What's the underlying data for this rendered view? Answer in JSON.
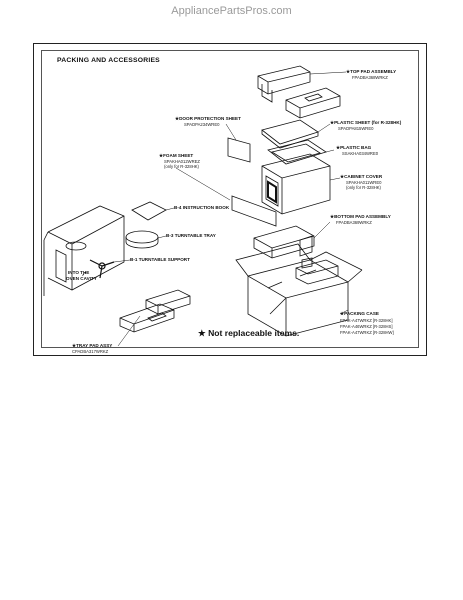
{
  "site": "AppliancePartsPros.com",
  "title": "PACKING AND ACCESSORIES",
  "note": "★ Not replaceable items.",
  "labels": {
    "top_pad": {
      "name": "★TOP PAD ASSEMBLY",
      "part": "FPADBA368WRKZ"
    },
    "door_sheet": {
      "name": "★DOOR PROTECTION SHEET",
      "part": "SPADPA234WRE0"
    },
    "plastic_sheet": {
      "name": "★PLASTIC SHEET (for R-328HK)",
      "part": "SPADPA815WRE0"
    },
    "plastic_bag": {
      "name": "★PLASTIC BAG",
      "part": "SSAKHA034WRE0"
    },
    "foam_sheet": {
      "name": "★FOAM SHEET",
      "part1": "SPAKHA012WREZ",
      "part2": "(only for R-328HK)"
    },
    "cabinet_cover": {
      "name": "★CABINET COVER",
      "part1": "SPAKHA011WRE0",
      "part2": "(only for R-328HK)"
    },
    "instruction_book": {
      "name": "INSTRUCTION BOOK"
    },
    "turntable_tray": {
      "name": "TURNTABLE TRAY"
    },
    "bottom_pad": {
      "name": "★BOTTOM PAD ASSEMBLY",
      "part": "FPADBA369WRKZ"
    },
    "turntable_support": {
      "name": "TURNTABLE SUPPORT"
    },
    "into_cavity": {
      "line1": "INTO THE",
      "line2": "OVEN CAVITY"
    },
    "packing_case": {
      "name": "★PACKING CASE",
      "line1": "FPAK-A47WRKZ [R-328HK]",
      "line2": "FPAK-A46WRKZ [R-328HS]",
      "line3": "FPAK-A47WRKZ [R-328HW]"
    },
    "tray_pad": {
      "name": "★TRAY PAD ASSY",
      "part": "CPADBA317WRKZ"
    }
  },
  "refs": {
    "instruction_book": "B-4",
    "turntable_tray": "B-3",
    "turntable_support": "B-1"
  }
}
